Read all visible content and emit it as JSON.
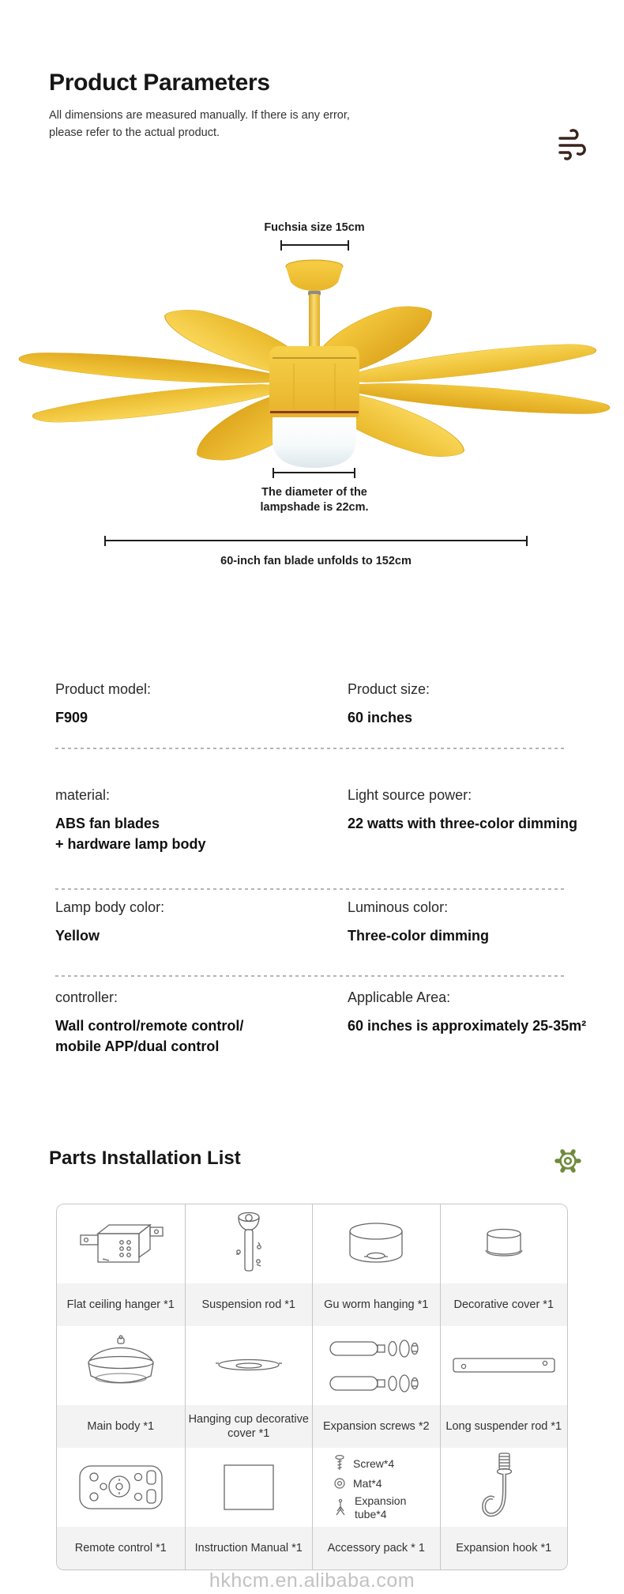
{
  "header": {
    "title": "Product Parameters",
    "subtitle": "All dimensions are measured manually. If there is any error,\nplease refer to the actual product.",
    "wind_icon_color": "#3a251b"
  },
  "fan_diagram": {
    "fan_color": "#f2c431",
    "lampshade_color": "#f4f8fa",
    "accent_ring_color": "#8e3a26",
    "annotations": {
      "canopy_size": "Fuchsia size 15cm",
      "lampshade_diameter": "The diameter of the\nlampshade is 22cm.",
      "blade_span": "60-inch fan blade unfolds to 152cm"
    }
  },
  "specs": [
    {
      "left_label": "Product model:",
      "left_value": "F909",
      "right_label": "Product size:",
      "right_value": "60 inches"
    },
    {
      "left_label": "material:",
      "left_value": "ABS fan blades\n + hardware lamp body",
      "right_label": "Light source power:",
      "right_value": "22 watts with three-color dimming"
    },
    {
      "left_label": "Lamp body color:",
      "left_value": "Yellow",
      "right_label": "Luminous color:",
      "right_value": "Three-color dimming"
    },
    {
      "left_label": "controller:",
      "left_value": "Wall control/remote control/\nmobile APP/dual control",
      "right_label": "Applicable Area:",
      "right_value": "60 inches is approximately 25-35m²"
    }
  ],
  "parts": {
    "title": "Parts Installation List",
    "gear_icon_color": "#6e8c3c",
    "cells": [
      {
        "label": "Flat ceiling hanger *1"
      },
      {
        "label": "Suspension rod *1"
      },
      {
        "label": "Gu worm hanging *1"
      },
      {
        "label": "Decorative cover *1"
      },
      {
        "label": "Main body *1"
      },
      {
        "label": "Hanging cup decorative cover *1"
      },
      {
        "label": "Expansion screws *2"
      },
      {
        "label": "Long suspender rod *1"
      },
      {
        "label": "Remote control *1"
      },
      {
        "label": "Instruction Manual *1"
      },
      {
        "label": "Accessory pack * 1",
        "sub_items": [
          "Screw*4",
          "Mat*4",
          "Expansion\ntube*4"
        ]
      },
      {
        "label": "Expansion hook *1"
      }
    ]
  },
  "footer": {
    "watermark": "hkhcm.en.alibaba.com"
  }
}
